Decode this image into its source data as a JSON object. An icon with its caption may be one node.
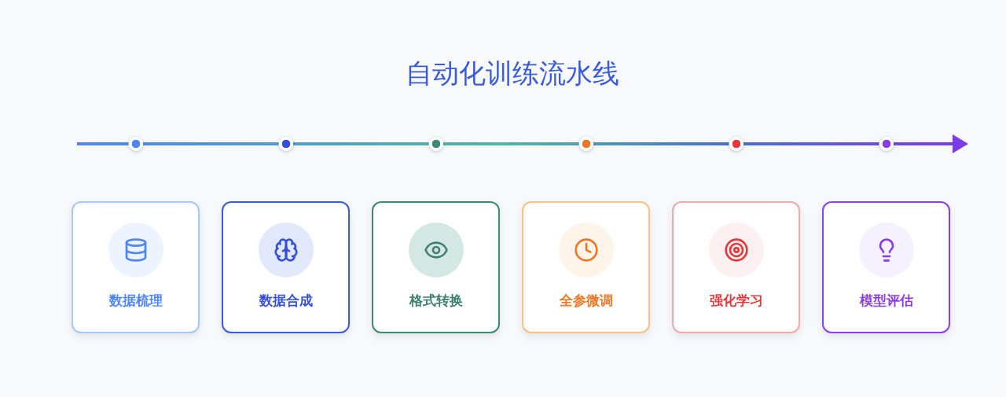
{
  "diagram": {
    "title": "自动化训练流水线",
    "nodes": [
      {
        "text": [],
        "shape": "circle"
      },
      {
        "text": [],
        "shape": "circle"
      },
      {
        "text": [],
        "shape": "circle"
      },
      {
        "text": [],
        "shape": "circle"
      },
      {
        "text": [],
        "shape": "circle"
      },
      {
        "text": [],
        "shape": "circle"
      },
      {
        "text": [
          "数据梳理"
        ]
      },
      {
        "text": [
          "数据合成"
        ]
      },
      {
        "text": [
          "格式转换"
        ]
      },
      {
        "text": [
          "全参微调"
        ]
      },
      {
        "text": [
          "强化学习"
        ]
      },
      {
        "text": [
          "模型评估"
        ]
      }
    ],
    "edges": [
      {
        "from": null,
        "to": 0,
        "arrow": "none"
      },
      {
        "from": 0,
        "to": 1,
        "arrow": "none"
      },
      {
        "from": 1,
        "to": 2,
        "arrow": "none"
      },
      {
        "from": 2,
        "to": 3,
        "arrow": "none"
      },
      {
        "from": 3,
        "to": 4,
        "arrow": "none"
      },
      {
        "from": 4,
        "to": 5,
        "arrow": "none"
      },
      {
        "from": 5,
        "to": null,
        "arrow": "to"
      }
    ]
  }
}
